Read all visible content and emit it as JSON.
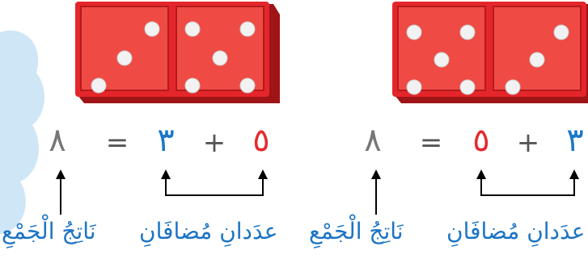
{
  "colors": {
    "domino_red": "#e4262b",
    "blue": "#1a78c8",
    "red": "#e42b2e",
    "gray": "#666666",
    "cloud": "#cfe6f6"
  },
  "right_equation": {
    "addend_1": "٣",
    "plus": "+",
    "addend_2": "٥",
    "equals": "=",
    "sum": "٨",
    "addends_label": "عدَدانِ مُضافَانِ",
    "sum_label": "نَاتِجُ الْجَمْعِ"
  },
  "left_equation": {
    "addend_1": "٥",
    "plus": "+",
    "addend_2": "٣",
    "equals": "=",
    "sum": "٨",
    "addends_label": "عدَدانِ مُضافَانِ",
    "sum_label": "نَاتِجُ الْجَمْعِ"
  }
}
